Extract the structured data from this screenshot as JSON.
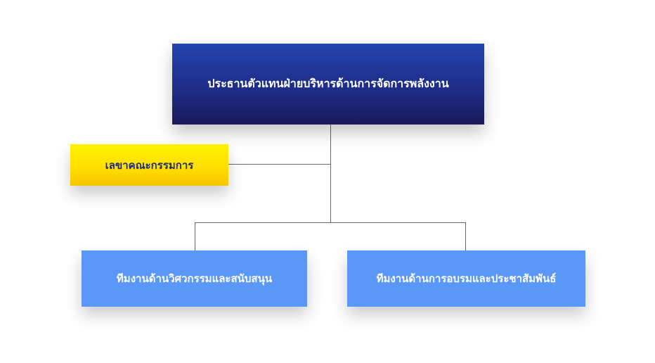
{
  "org_chart": {
    "top": {
      "label": "ประธานตัวแทนฝ่ายบริหารด้านการจัดการพลังงาน",
      "color": "#1e2d88"
    },
    "secretary": {
      "label": "เลขาคณะกรรมการ",
      "color": "#ffe000",
      "text_color": "#1f2d7a"
    },
    "teams": [
      {
        "label": "ทีมงานด้านวิศวกรรมและสนับสนุน",
        "color": "#5a97f7"
      },
      {
        "label": "ทีมงานด้านการอบรมและประชาสัมพันธ์",
        "color": "#5a97f7"
      }
    ],
    "connector_color": "#666666"
  }
}
